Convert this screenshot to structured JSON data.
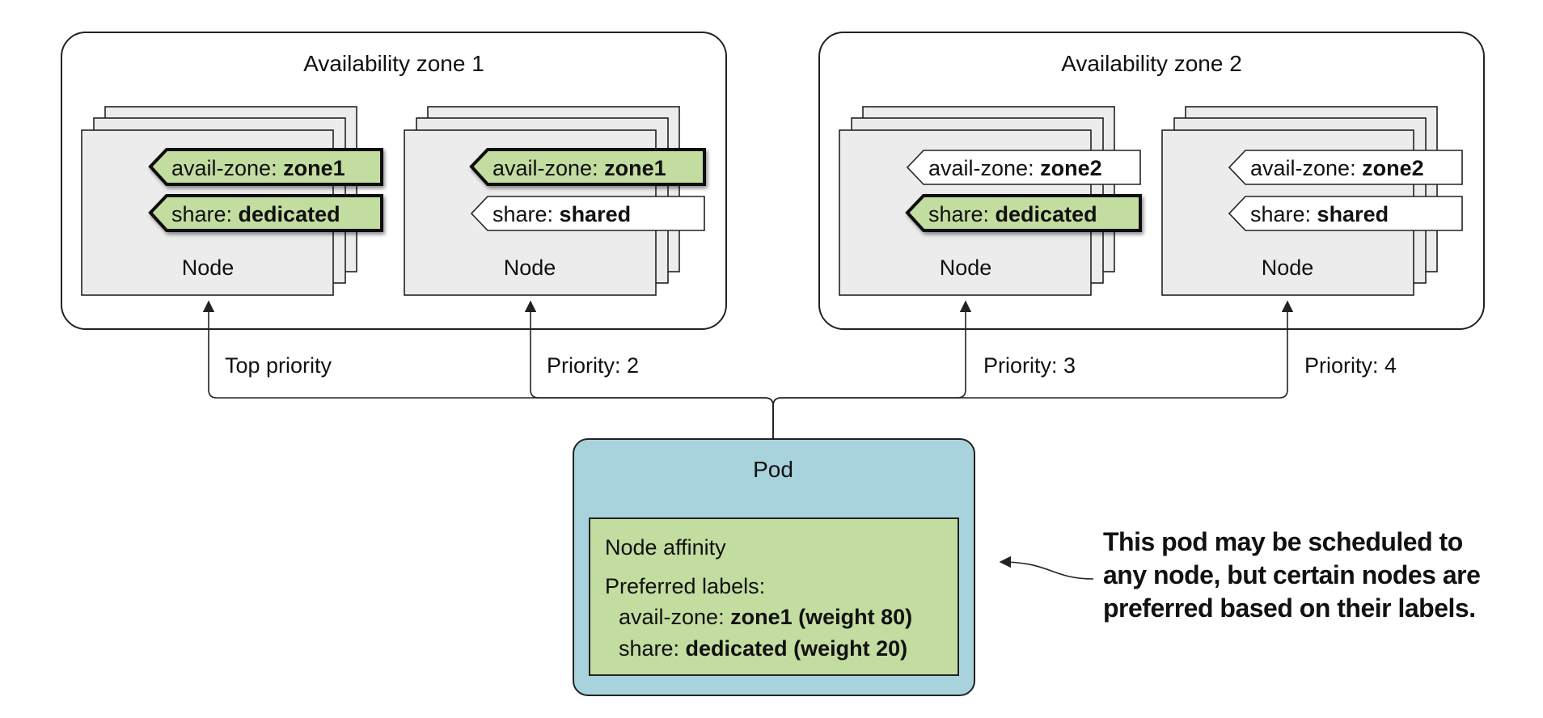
{
  "zones": [
    {
      "title": "Availability zone 1",
      "nodes": [
        {
          "label": "Node",
          "tags": [
            {
              "key": "avail-zone: ",
              "value": "zone1",
              "match": true
            },
            {
              "key": "share: ",
              "value": "dedicated",
              "match": true
            }
          ],
          "priority_label": "Top priority"
        },
        {
          "label": "Node",
          "tags": [
            {
              "key": "avail-zone: ",
              "value": "zone1",
              "match": true
            },
            {
              "key": "share: ",
              "value": "shared",
              "match": false
            }
          ],
          "priority_label": "Priority: 2"
        }
      ]
    },
    {
      "title": "Availability zone 2",
      "nodes": [
        {
          "label": "Node",
          "tags": [
            {
              "key": "avail-zone: ",
              "value": "zone2",
              "match": false
            },
            {
              "key": "share: ",
              "value": "dedicated",
              "match": true
            }
          ],
          "priority_label": "Priority: 3"
        },
        {
          "label": "Node",
          "tags": [
            {
              "key": "avail-zone: ",
              "value": "zone2",
              "match": false
            },
            {
              "key": "share: ",
              "value": "shared",
              "match": false
            }
          ],
          "priority_label": "Priority: 4"
        }
      ]
    }
  ],
  "pod": {
    "title": "Pod",
    "affinity": {
      "heading": "Node affinity",
      "preferred_heading": "Preferred labels:",
      "rules": [
        {
          "key": "avail-zone: ",
          "value": "zone1 (weight 80)"
        },
        {
          "key": "share: ",
          "value": "dedicated (weight 20)"
        }
      ]
    }
  },
  "callout": {
    "lines": [
      "This pod may be scheduled to",
      "any node, but certain nodes are",
      "preferred based on their labels."
    ]
  },
  "colors": {
    "matched_tag": "#c3dca0",
    "node_fill": "#ececec",
    "pod_fill": "#a8d3dd",
    "affinity_fill": "#c3dca0"
  }
}
